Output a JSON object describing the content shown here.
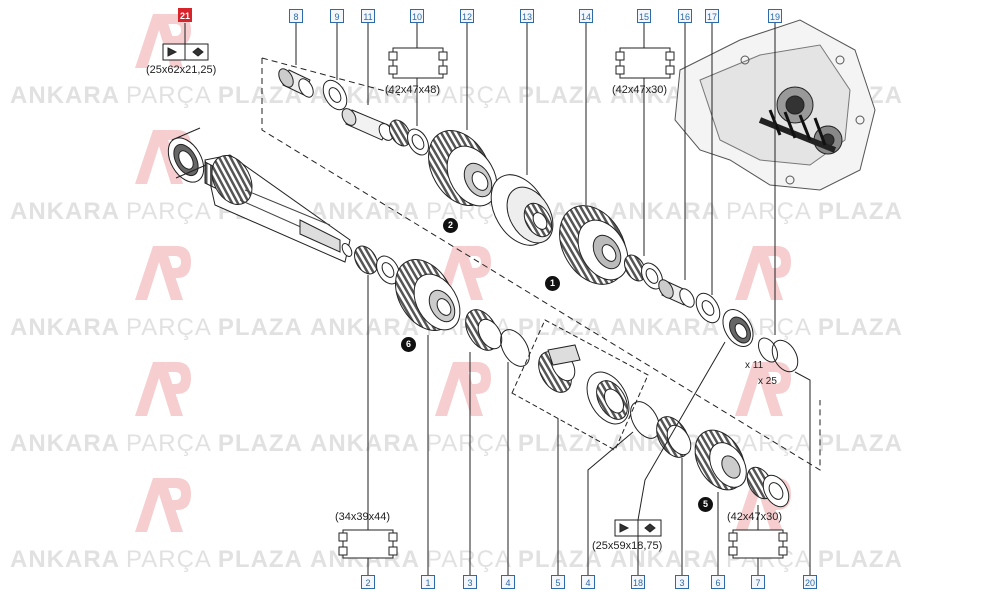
{
  "watermark": {
    "word1": "ANKARA",
    "word2": "PARÇA",
    "word3": "PLAZA"
  },
  "callouts_top": [
    "21",
    "8",
    "9",
    "11",
    "10",
    "12",
    "13",
    "14",
    "15",
    "16",
    "17",
    "19"
  ],
  "callouts_bottom": [
    "2",
    "1",
    "3",
    "4",
    "5",
    "4",
    "18",
    "3",
    "6",
    "7",
    "20"
  ],
  "dimensions": {
    "bearing_21": "(25x62x21,25)",
    "bearing_10": "(42x47x48)",
    "bearing_15": "(42x47x30)",
    "bearing_2": "(34x39x44)",
    "bearing_18": "(25x59x18,75)",
    "bearing_7": "(42x47x30)",
    "qty_19": "x 11",
    "qty_20": "x 25"
  },
  "badges": [
    "2",
    "1",
    "6",
    "5"
  ],
  "colors": {
    "callout": "#2f6aa8",
    "highlight": "#d8232a",
    "line": "#222222",
    "watermark": "#c9c9c9"
  }
}
